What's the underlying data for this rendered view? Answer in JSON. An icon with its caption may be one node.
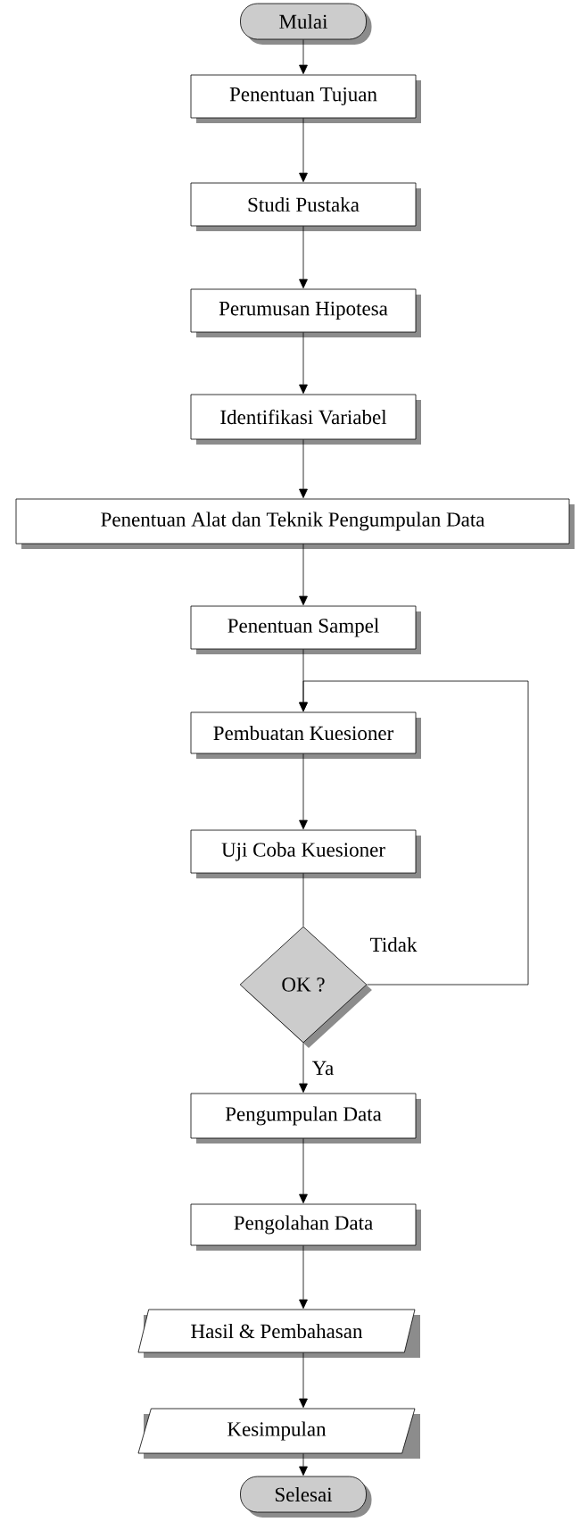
{
  "diagram": {
    "nodes": [
      {
        "text": [
          "Mulai"
        ]
      },
      {
        "text": [
          "Penentuan Tujuan"
        ]
      },
      {
        "text": [
          "Studi Pustaka"
        ]
      },
      {
        "text": [
          "Perumusan Hipotesa"
        ]
      },
      {
        "text": [
          "Identifikasi Variabel"
        ]
      },
      {
        "text": [
          "Penentuan Alat dan Teknik Pengumpulan Data"
        ]
      },
      {
        "text": [
          "Penentuan Sampel"
        ]
      },
      {
        "text": [
          "Pembuatan Kuesioner"
        ]
      },
      {
        "text": [
          "Uji Coba Kuesioner"
        ]
      },
      {
        "text": [
          "OK ?"
        ]
      },
      {
        "text": [
          "Pengumpulan Data"
        ]
      },
      {
        "text": [
          "Pengolahan Data"
        ]
      },
      {
        "text": [
          "Hasil & Pembahasan"
        ]
      },
      {
        "text": [
          "Kesimpulan"
        ]
      },
      {
        "text": [
          "Selesai"
        ]
      }
    ],
    "edges": [
      {
        "from": 0,
        "to": 1,
        "arrow": "to"
      },
      {
        "from": 1,
        "to": 2,
        "arrow": "to"
      },
      {
        "from": 2,
        "to": 3,
        "arrow": "to"
      },
      {
        "from": 3,
        "to": 4,
        "arrow": "to"
      },
      {
        "from": 4,
        "to": 5,
        "arrow": "to"
      },
      {
        "from": 5,
        "to": 6,
        "arrow": "to"
      },
      {
        "from": 6,
        "to": 7,
        "arrow": "to"
      },
      {
        "from": 7,
        "to": 8,
        "arrow": "to"
      },
      {
        "from": 8,
        "to": 9,
        "arrow": "none"
      },
      {
        "from": 9,
        "to": 7,
        "label": "Tidak",
        "arrow": "to"
      },
      {
        "from": 9,
        "to": 10,
        "label": "Ya",
        "arrow": "to"
      },
      {
        "from": 10,
        "to": 11,
        "arrow": "to"
      },
      {
        "from": 11,
        "to": 12,
        "arrow": "to"
      },
      {
        "from": 12,
        "to": 13,
        "arrow": "to"
      },
      {
        "from": 13,
        "to": 14,
        "arrow": "to"
      }
    ]
  }
}
